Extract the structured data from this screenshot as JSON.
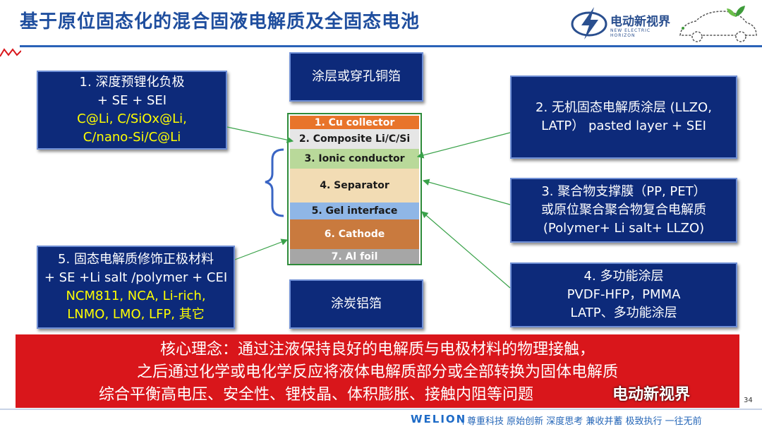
{
  "header": {
    "title": "基于原位固态化的混合固液电解质及全固态电池",
    "logo_text": "电动新视界",
    "logo_sub": "NEW ELECTRIC HORIZON"
  },
  "boxes": {
    "top_left": {
      "lines": [
        "1. 深度预锂化负极",
        "+ SE + SEI"
      ],
      "yellow": [
        "C@Li, C/SiOx@Li,",
        "C/nano-Si/C@Li"
      ]
    },
    "top_center": "涂层或穿孔铜箔",
    "bottom_center": "涂炭铝箔",
    "right_1": [
      "2. 无机固态电解质涂层 (LLZO,",
      "LATP） pasted layer + SEI"
    ],
    "right_2": [
      "3. 聚合物支撑膜（PP, PET）",
      "或原位聚合聚合物复合电解质",
      "(Polymer+ Li salt+ LLZO)"
    ],
    "right_3": [
      "4. 多功能涂层",
      "PVDF-HFP，PMMA",
      "LATP、多功能涂层"
    ],
    "bottom_left": {
      "lines": [
        "5. 固态电解质修饰正极材料",
        "+ SE +Li salt /polymer + CEI"
      ],
      "yellow": [
        "NCM811, NCA, Li-rich,",
        "LNMO, LMO, LFP, 其它"
      ]
    }
  },
  "layers": [
    {
      "label": "1.  Cu collector",
      "color": "#e8742a",
      "text_color": "#ffffff"
    },
    {
      "label": "2. Composite Li/C/Si",
      "color": "#e6e6e6",
      "text_color": "#1a1a1a"
    },
    {
      "label": "3. Ionic conductor",
      "color": "#b9d99a",
      "text_color": "#1a1a1a"
    },
    {
      "label": "4. Separator",
      "color": "#f2dcb4",
      "text_color": "#1a1a1a"
    },
    {
      "label": "5. Gel interface",
      "color": "#8fb6e6",
      "text_color": "#1a1a1a"
    },
    {
      "label": "6. Cathode",
      "color": "#c97a3e",
      "text_color": "#ffffff"
    },
    {
      "label": "7. Al foil",
      "color": "#a6a6a6",
      "text_color": "#ffffff"
    }
  ],
  "banner": {
    "lines": [
      "核心理念：通过注液保持良好的电解质与电极材料的物理接触，",
      "之后通过化学或电化学反应将液体电解质部分或全部转换为固体电解质",
      "综合平衡高电压、安全性、锂枝晶、体积膨胀、接触内阻等问题"
    ],
    "watermark": "电动新视界",
    "page_number": "34"
  },
  "footer": {
    "brand": "WELION",
    "slogans": "尊重科技  原始创新  深度思考  兼收并蓄  极致执行  一往无前"
  },
  "colors": {
    "title": "#1f4e9e",
    "box_fill": "#0d2a7a",
    "box_highlight": "#ffff00",
    "banner": "#d9161b",
    "arrow": "#3aa24a"
  }
}
